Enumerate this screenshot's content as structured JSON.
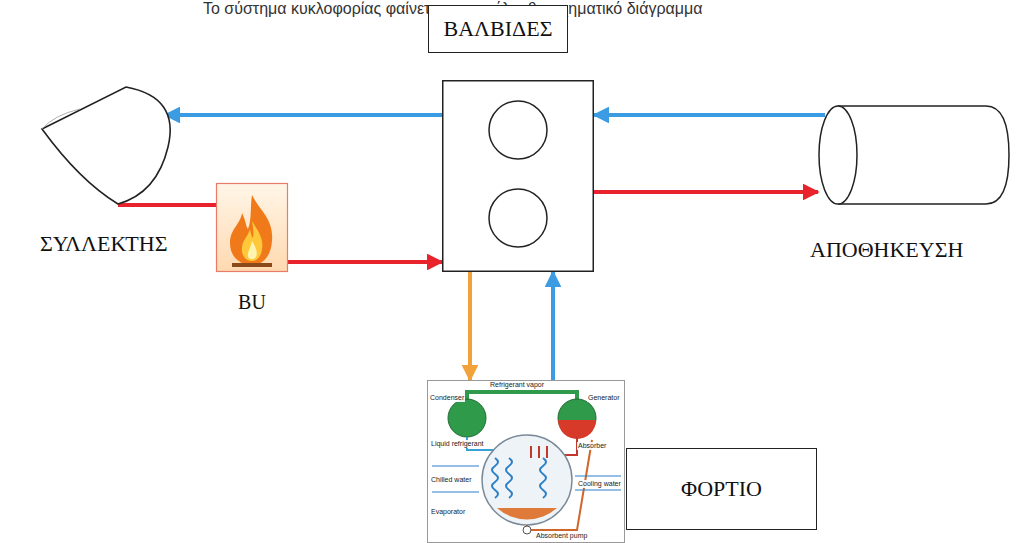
{
  "diagram": {
    "nodes": [
      {
        "text": [
          "ΒΑΛΒΙΔΕΣ"
        ]
      },
      {
        "text": [
          "ΣΥΛΛΕΚΤΗΣ"
        ]
      },
      {
        "text": [
          "BU"
        ]
      },
      {
        "text": [
          "ΑΠΟΘΗΚΕΥΣΗ"
        ]
      },
      {
        "text": [
          "Refrigerant vapor",
          "Condenser",
          "Generator",
          "Liquid refrigerant",
          "Absorber",
          "Cooling water",
          "Chilled water",
          "Evaporator",
          "Absorbent pump"
        ]
      },
      {
        "text": [
          "ΦΟΡΤΙΟ"
        ]
      }
    ],
    "edges": [
      {
        "from": 0,
        "to": 1,
        "arrow": "to"
      },
      {
        "from": 1,
        "to": 2,
        "arrow": "none"
      },
      {
        "from": 2,
        "to": 0,
        "arrow": "to"
      },
      {
        "from": 3,
        "to": 0,
        "arrow": "to"
      },
      {
        "from": 0,
        "to": 3,
        "arrow": "to"
      },
      {
        "from": 0,
        "to": 4,
        "arrow": "to"
      },
      {
        "from": 4,
        "to": 0,
        "arrow": "to"
      }
    ],
    "labels": [
      "Το σύστημα κυκλοφορίας φαίνεται στο ακόλουθο σχηματικό διάγραμμα"
    ]
  }
}
